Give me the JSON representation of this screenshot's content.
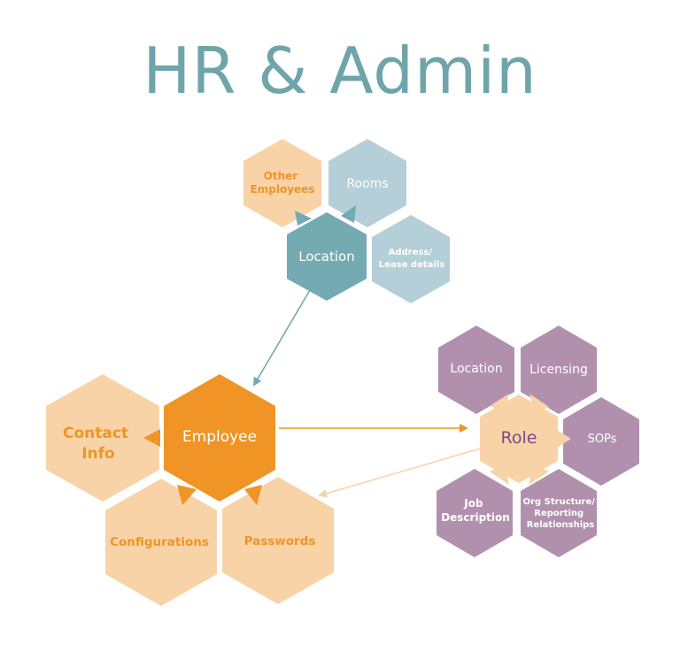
{
  "title": "HR & Admin",
  "colors": {
    "title": "#6fa5aa",
    "teal_dark": "#74aab2",
    "teal_light": "#b4cfd7",
    "orange_dark": "#ef9425",
    "orange_light": "#f8d3a8",
    "purple": "#b190ad",
    "purple_text": "#7b4a83",
    "white": "#ffffff",
    "orange_text": "#f19a2e"
  },
  "location_cluster": {
    "center": "Location",
    "other_employees": [
      "Other",
      "Employees"
    ],
    "rooms": "Rooms",
    "address": [
      "Address/",
      "Lease details"
    ]
  },
  "employee_cluster": {
    "center": "Employee",
    "contact_info": [
      "Contact",
      "Info"
    ],
    "configurations": "Configurations",
    "passwords": "Passwords"
  },
  "role_cluster": {
    "center": "Role",
    "location": "Location",
    "licensing": "Licensing",
    "sops": "SOPs",
    "job_description": [
      "Job",
      "Description"
    ],
    "org_structure": [
      "Org Structure/",
      "Reporting",
      "Relationships"
    ]
  }
}
